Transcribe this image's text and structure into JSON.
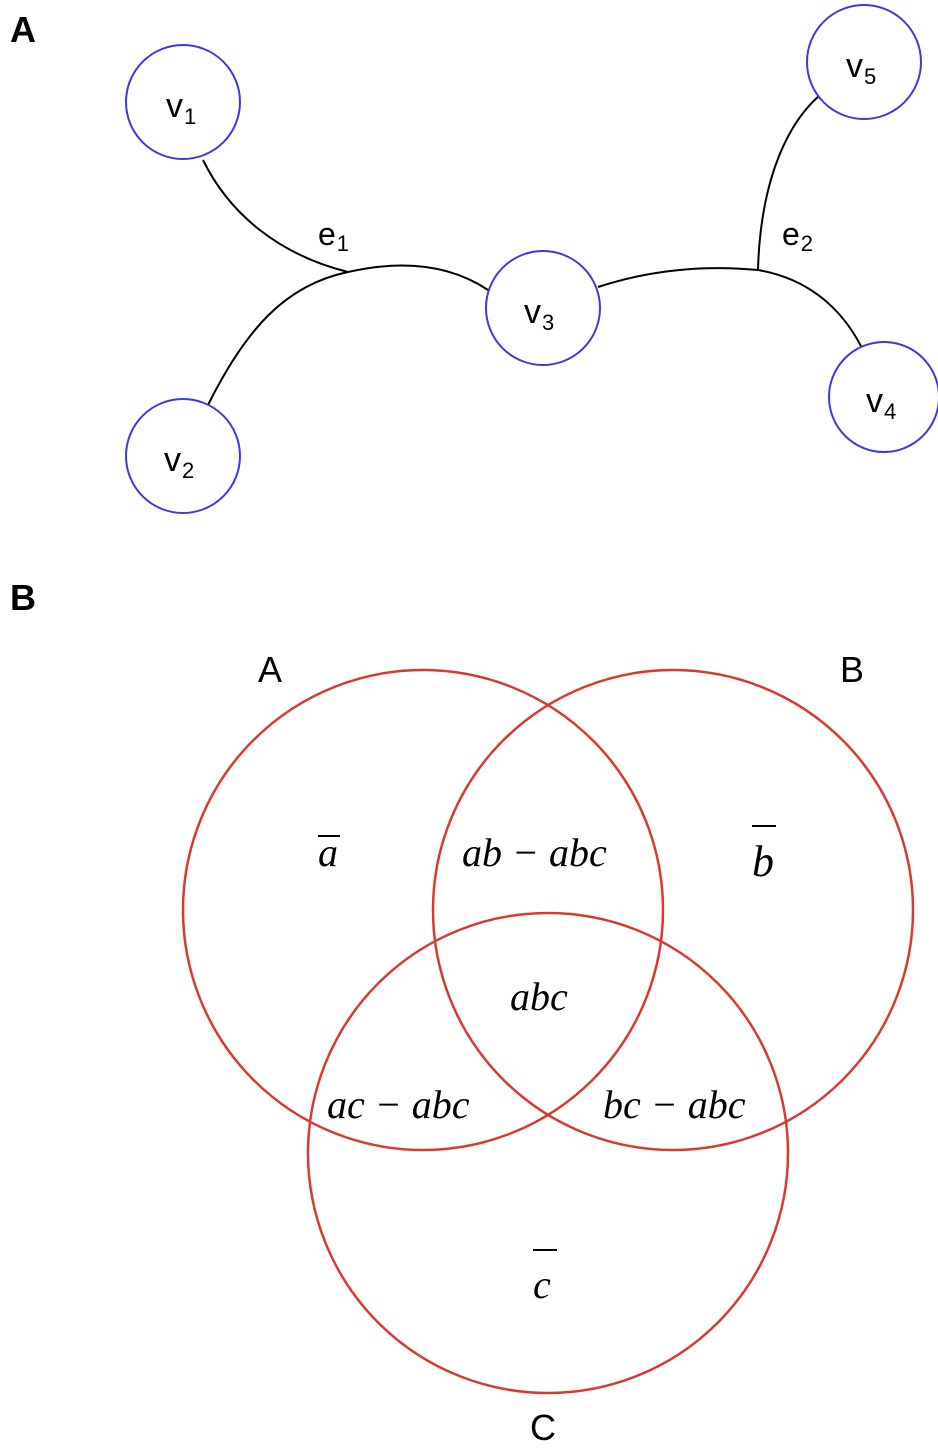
{
  "panel_a": {
    "label": "A",
    "nodes": [
      {
        "id": "v1",
        "letter": "v",
        "sub": "1"
      },
      {
        "id": "v2",
        "letter": "v",
        "sub": "2"
      },
      {
        "id": "v3",
        "letter": "v",
        "sub": "3"
      },
      {
        "id": "v4",
        "letter": "v",
        "sub": "4"
      },
      {
        "id": "v5",
        "letter": "v",
        "sub": "5"
      }
    ],
    "hyperedges": [
      {
        "letter": "e",
        "sub": "1",
        "members": [
          "v1",
          "v2",
          "v3"
        ]
      },
      {
        "letter": "e",
        "sub": "2",
        "members": [
          "v3",
          "v4",
          "v5"
        ]
      }
    ]
  },
  "panel_b": {
    "label": "B",
    "sets": {
      "a": "A",
      "b": "B",
      "c": "C"
    },
    "regions": {
      "a_only": "a",
      "b_only": "b",
      "c_only": "c",
      "ab": "ab − abc",
      "abc": "abc",
      "ac": "ac − abc",
      "bc": "bc − abc"
    }
  },
  "colors": {
    "node_stroke": "#3a3adf",
    "venn_stroke": "#d83a32",
    "edge": "#000000"
  }
}
